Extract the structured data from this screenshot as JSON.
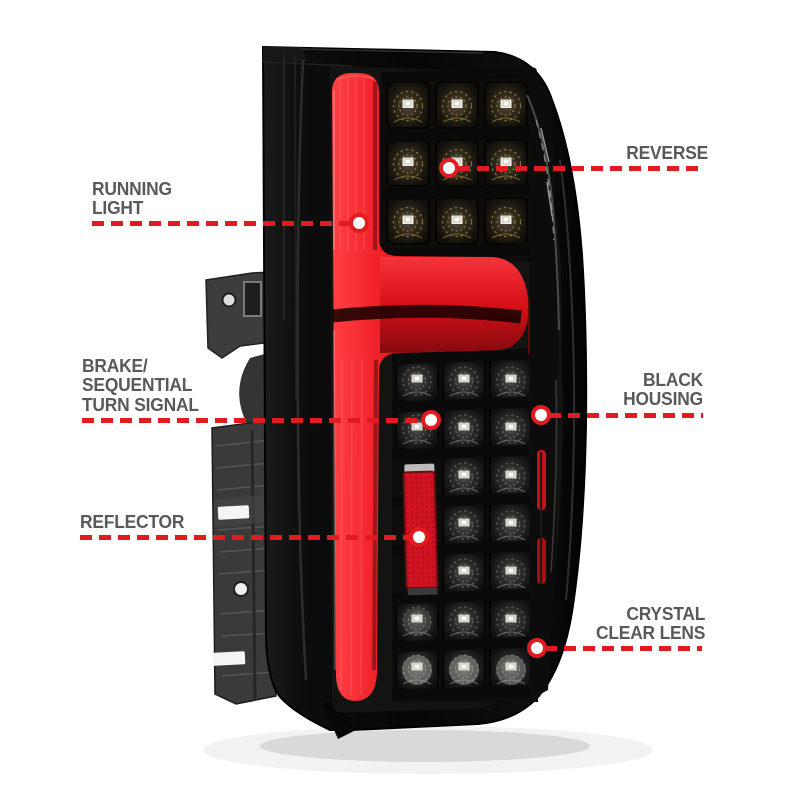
{
  "alt": "Annotated product diagram of an LED tail light with black housing, red C-shaped running light bar, smoked LED clusters and gray mounting bracket",
  "colors": {
    "background": "#ffffff",
    "accent_red": "#e11b20",
    "label_text": "#58595b",
    "housing_black": "#0a0a0a",
    "light_bar_red": "#e8121a",
    "reflector_red": "#cf1120",
    "bracket_gray": "#3d3d3d",
    "marker_fill": "#ffffff"
  },
  "callouts": {
    "running_light": {
      "lines": [
        "RUNNING",
        "LIGHT"
      ]
    },
    "reverse": {
      "lines": [
        "REVERSE"
      ]
    },
    "brake_sequential_turn_signal": {
      "lines": [
        "BRAKE/",
        "SEQUENTIAL",
        "TURN SIGNAL"
      ]
    },
    "black_housing": {
      "lines": [
        "BLACK",
        "HOUSING"
      ]
    },
    "reflector": {
      "lines": [
        "REFLECTOR"
      ]
    },
    "crystal_clear_lens": {
      "lines": [
        "CRYSTAL",
        "CLEAR LENS"
      ]
    }
  }
}
